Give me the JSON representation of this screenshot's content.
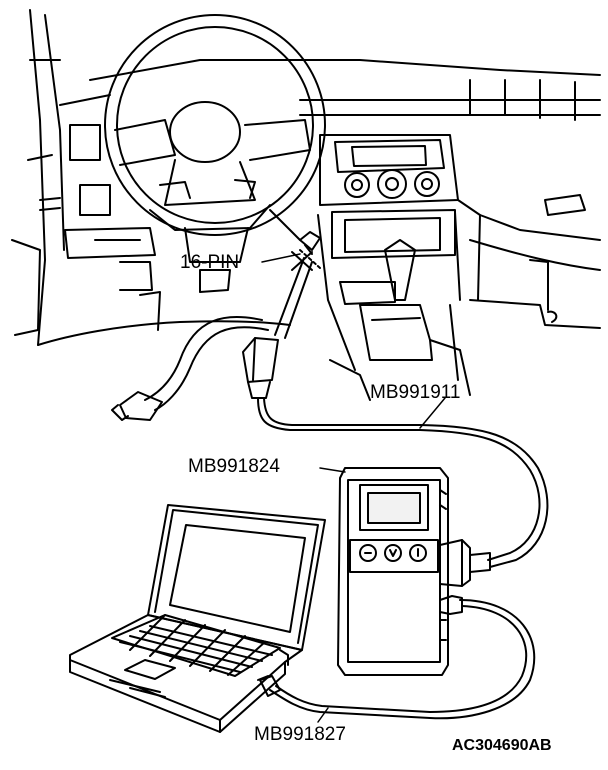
{
  "figure": {
    "labels": {
      "pin": "16-PIN",
      "cable_main": "MB991911",
      "vci": "MB991824",
      "usb_cable": "MB991827"
    },
    "figure_code": "AC304690AB"
  },
  "colors": {
    "ink": "#000000",
    "paper": "#ffffff",
    "screen_fill": "#f2f2f2"
  }
}
